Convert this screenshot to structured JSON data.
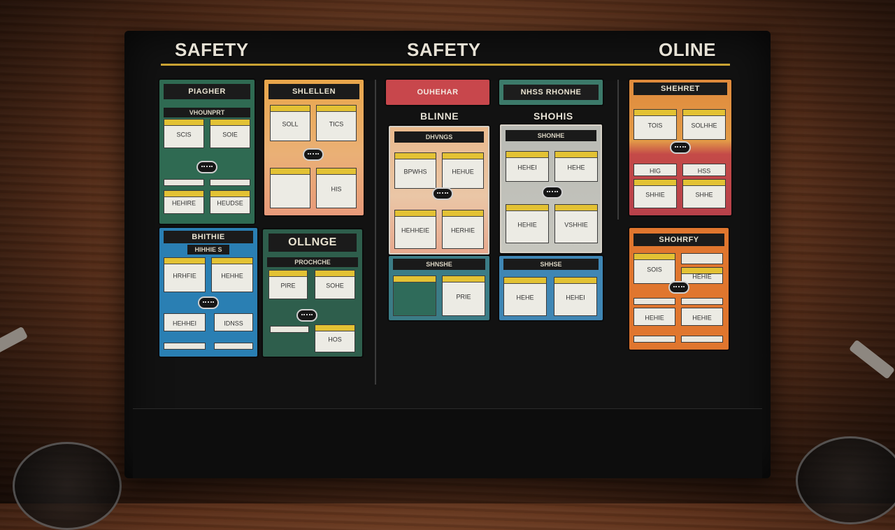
{
  "board": {
    "headers": {
      "left": "SAFETY",
      "center": "SAFETY",
      "right": "OLINE"
    }
  },
  "panels": {
    "p1": {
      "title": "PIAGHER",
      "sub": "VHOUNPRT",
      "cards": [
        "SCIS",
        "SOIE",
        "HEHIRE",
        "HEUDSE"
      ]
    },
    "p2": {
      "title": "SHLELLEN",
      "cards": [
        "SOLL",
        "TICS",
        "",
        "HIS"
      ]
    },
    "p3": {
      "title": "BHITHIE",
      "sub": "HIHHIE S",
      "cards": [
        "HRHFIE",
        "HEHHE",
        "HEHHEI",
        "IDNSS"
      ]
    },
    "p4": {
      "title": "OLLNGE",
      "sub": "PROCHCHE",
      "cards": [
        "PIRE",
        "SOHE",
        "HOS"
      ]
    },
    "p5": {
      "tag": "OUHEHAR",
      "title": "BLINNE",
      "sub": "DHVNGS",
      "cards": [
        "BPWHS",
        "HEHUE",
        "HEHHEIE",
        "HERHIE"
      ]
    },
    "p6": {
      "tag": "NHSS RHONHE",
      "title": "SHOHIS",
      "sub": "SHONHE",
      "cards": [
        "HEHEI",
        "HEHE",
        "HEHIE",
        "VSHHIE"
      ]
    },
    "p7": {
      "sub": "SHNSHE",
      "cards": [
        "",
        "PRIE"
      ]
    },
    "p8": {
      "sub": "SHHSE",
      "cards": [
        "HEHE",
        "HEHEI"
      ]
    },
    "p9": {
      "title": "SHEHRET",
      "cards": [
        "TOIS",
        "SOLHHE",
        "HIG",
        "HSS",
        "SHHIE",
        "SHHE"
      ]
    },
    "p10": {
      "title": "SHOHRFY",
      "cards": [
        "SOIS",
        "HEHIE",
        "HEHIE"
      ]
    }
  }
}
